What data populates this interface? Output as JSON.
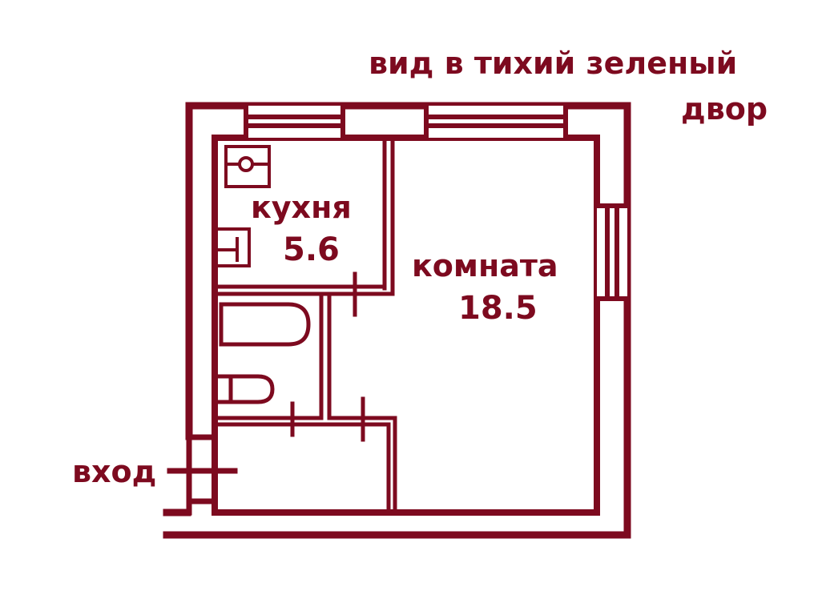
{
  "caption": {
    "line1": "вид  в тихий  зеленый",
    "line2": "двор"
  },
  "rooms": [
    {
      "name": "кухня",
      "area": "5.6"
    },
    {
      "name": "комната",
      "area": "18.5"
    }
  ],
  "entrance": "вход",
  "colors": {
    "wall": "#7d0a1f",
    "background": "#ffffff"
  }
}
